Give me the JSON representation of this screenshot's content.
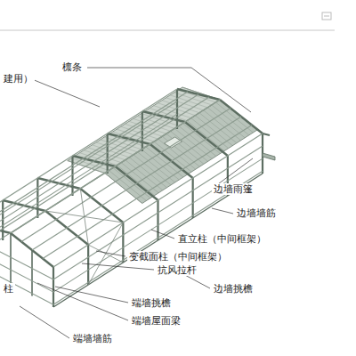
{
  "diagram": {
    "labels": [
      "建用）",
      "檩条",
      "边墙雨篷",
      "边墙墙筋",
      "直立柱（中间框架）",
      "变截面柱（中间框架）",
      "抗风拉杆",
      "边墙挑檐",
      "端墙挑檐",
      "端墙屋面梁",
      "端墙墙筋",
      "柱"
    ]
  }
}
